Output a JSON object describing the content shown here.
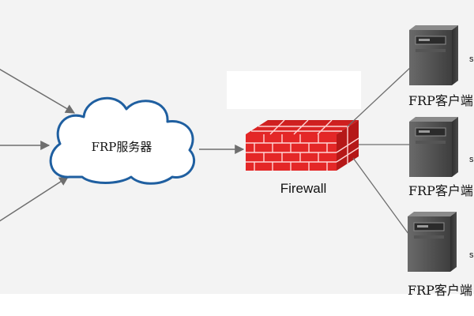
{
  "diagram": {
    "server_label": "FRP服务器",
    "firewall_label": "Firewall",
    "clients": [
      {
        "label": "FRP客户端",
        "tag": "s"
      },
      {
        "label": "FRP客户端",
        "tag": "s"
      },
      {
        "label": "FRP客户端",
        "tag": "s"
      }
    ]
  },
  "colors": {
    "background": "#f3f3f3",
    "cloud_stroke": "#1f5fa0",
    "firewall_red": "#e42727",
    "firewall_mortar": "#ffd5d5",
    "server_body": "#4a4a4a",
    "connector": "#6e6e6e"
  },
  "icons": {
    "cloud": "cloud-icon",
    "firewall": "firewall-brick-wall-icon",
    "server": "server-tower-icon"
  }
}
